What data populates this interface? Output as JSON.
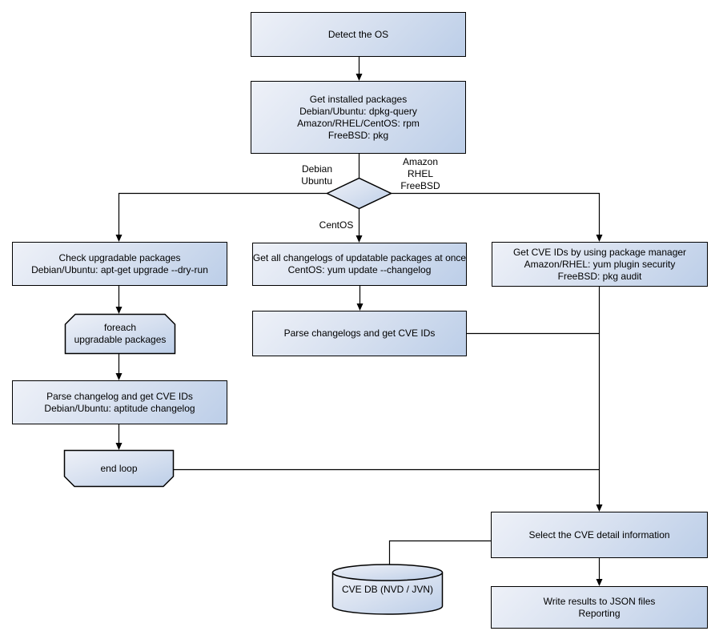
{
  "diagram": {
    "type": "flowchart",
    "subject": "OS package CVE scan workflow"
  },
  "colors": {
    "background": "#ffffff",
    "node_fill_light": "#eef1f8",
    "node_fill_dark": "#bccee8",
    "node_border": "#000000",
    "edge": "#000000",
    "text": "#000000"
  },
  "nodes": {
    "detect_os": {
      "lines": [
        "Detect the OS"
      ]
    },
    "get_installed_packages": {
      "lines": [
        "Get installed packages",
        "Debian/Ubuntu: dpkg-query",
        "Amazon/RHEL/CentOS: rpm",
        "FreeBSD: pkg"
      ]
    },
    "check_upgradable_packages": {
      "lines": [
        "Check upgradable packages",
        "Debian/Ubuntu: apt-get upgrade --dry-run"
      ]
    },
    "foreach_loop": {
      "lines": [
        "foreach",
        "upgradable packages"
      ]
    },
    "parse_changelog_debian": {
      "lines": [
        "Parse changelog and get  CVE IDs",
        "Debian/Ubuntu: aptitude changelog"
      ]
    },
    "end_loop": {
      "lines": [
        "end loop"
      ]
    },
    "get_all_changelogs": {
      "lines": [
        "Get all changelogs of updatable packages at once",
        "CentOS: yum update --changelog"
      ]
    },
    "parse_changelogs_centos": {
      "lines": [
        "Parse changelogs and get CVE IDs"
      ]
    },
    "get_cve_ids_pkg_manager": {
      "lines": [
        "Get CVE IDs by using package manager",
        "Amazon/RHEL: yum plugin security",
        "FreeBSD: pkg audit"
      ]
    },
    "select_cve_detail": {
      "lines": [
        "Select the CVE detail information"
      ]
    },
    "write_results": {
      "lines": [
        "Write results to JSON files",
        "Reporting"
      ]
    },
    "cve_db": {
      "lines": [
        "CVE DB (NVD / JVN)"
      ]
    }
  },
  "edge_labels": {
    "debian_ubuntu": {
      "lines": [
        "Debian",
        "Ubuntu"
      ]
    },
    "amazon_rhel_freebsd": {
      "lines": [
        "Amazon",
        "RHEL",
        "FreeBSD"
      ]
    },
    "centos": {
      "lines": [
        "CentOS"
      ]
    }
  }
}
